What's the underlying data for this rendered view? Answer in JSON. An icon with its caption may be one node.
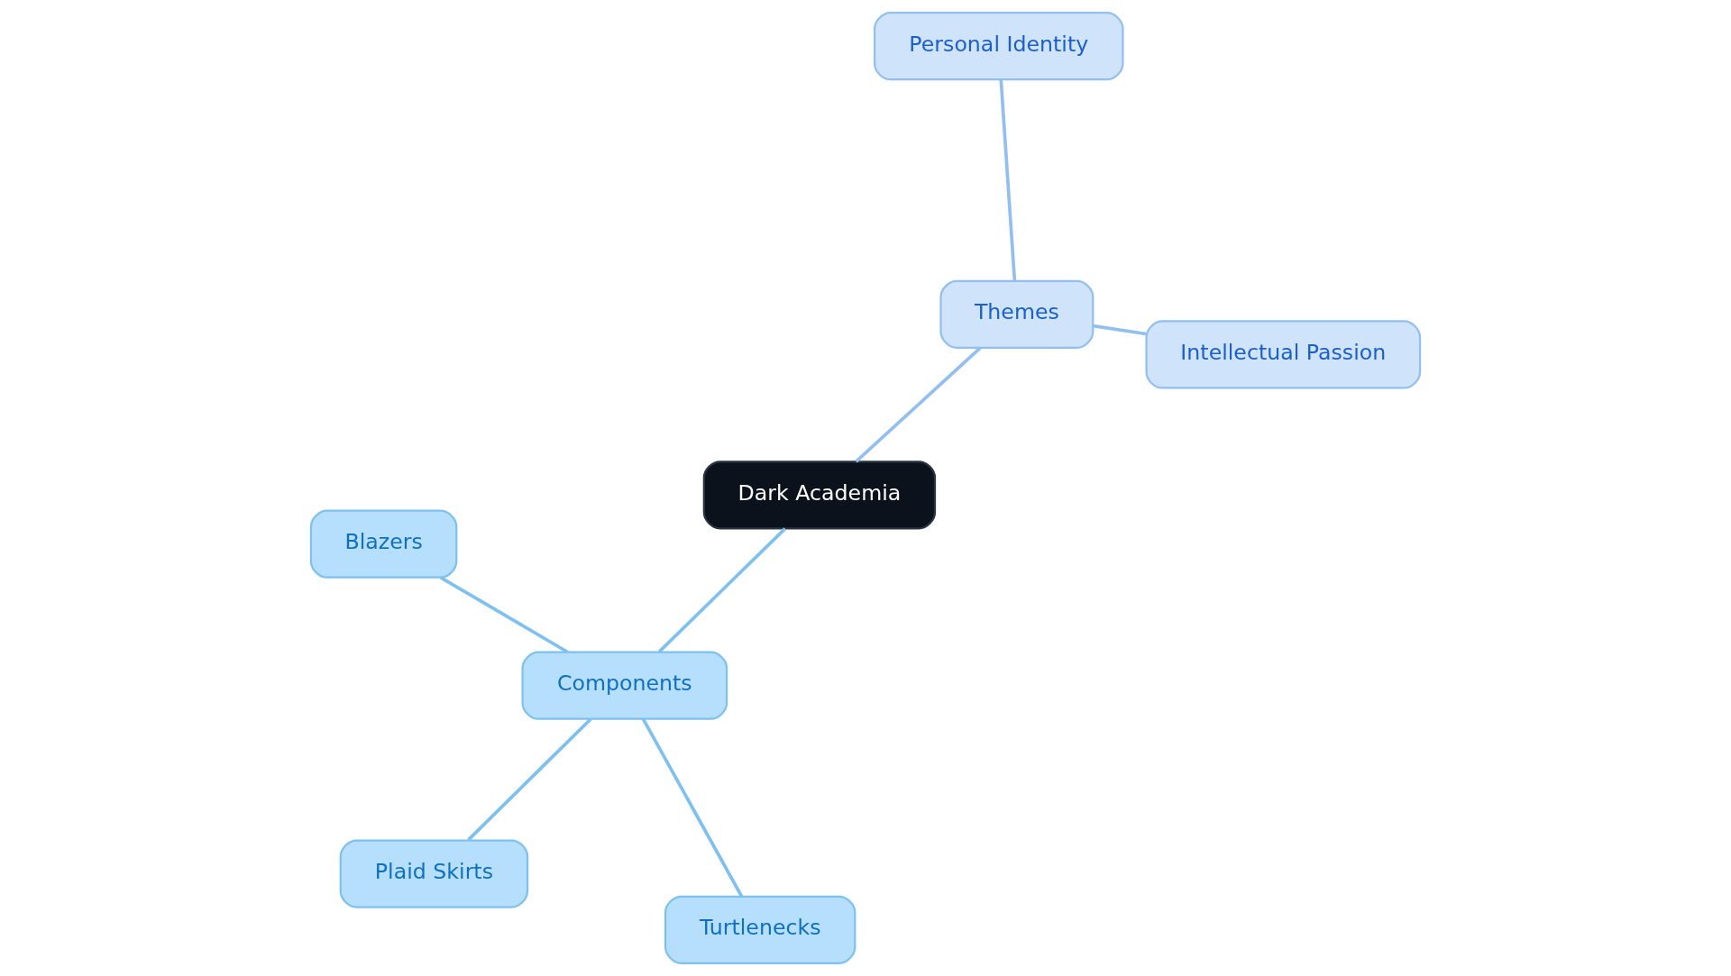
{
  "diagram": {
    "nodes": [
      {
        "text": [
          "Dark Academia"
        ]
      },
      {
        "text": [
          "Themes"
        ]
      },
      {
        "text": [
          "Intellectual Passion"
        ]
      },
      {
        "text": [
          "Personal Identity"
        ]
      },
      {
        "text": [
          "Components"
        ]
      },
      {
        "text": [
          "Blazers"
        ]
      },
      {
        "text": [
          "Plaid Skirts"
        ]
      },
      {
        "text": [
          "Turtlenecks"
        ]
      }
    ],
    "edges": [
      {
        "from": 0,
        "to": 1,
        "arrow": "none",
        "color": "#93bff0"
      },
      {
        "from": 1,
        "to": 2,
        "arrow": "none",
        "color": "#93bff0"
      },
      {
        "from": 1,
        "to": 3,
        "arrow": "none",
        "color": "#93bff0"
      },
      {
        "from": 0,
        "to": 4,
        "arrow": "none"
      },
      {
        "from": 4,
        "to": 5,
        "arrow": "none"
      },
      {
        "from": 4,
        "to": 6,
        "arrow": "none"
      },
      {
        "from": 4,
        "to": 7,
        "arrow": "none"
      }
    ]
  }
}
